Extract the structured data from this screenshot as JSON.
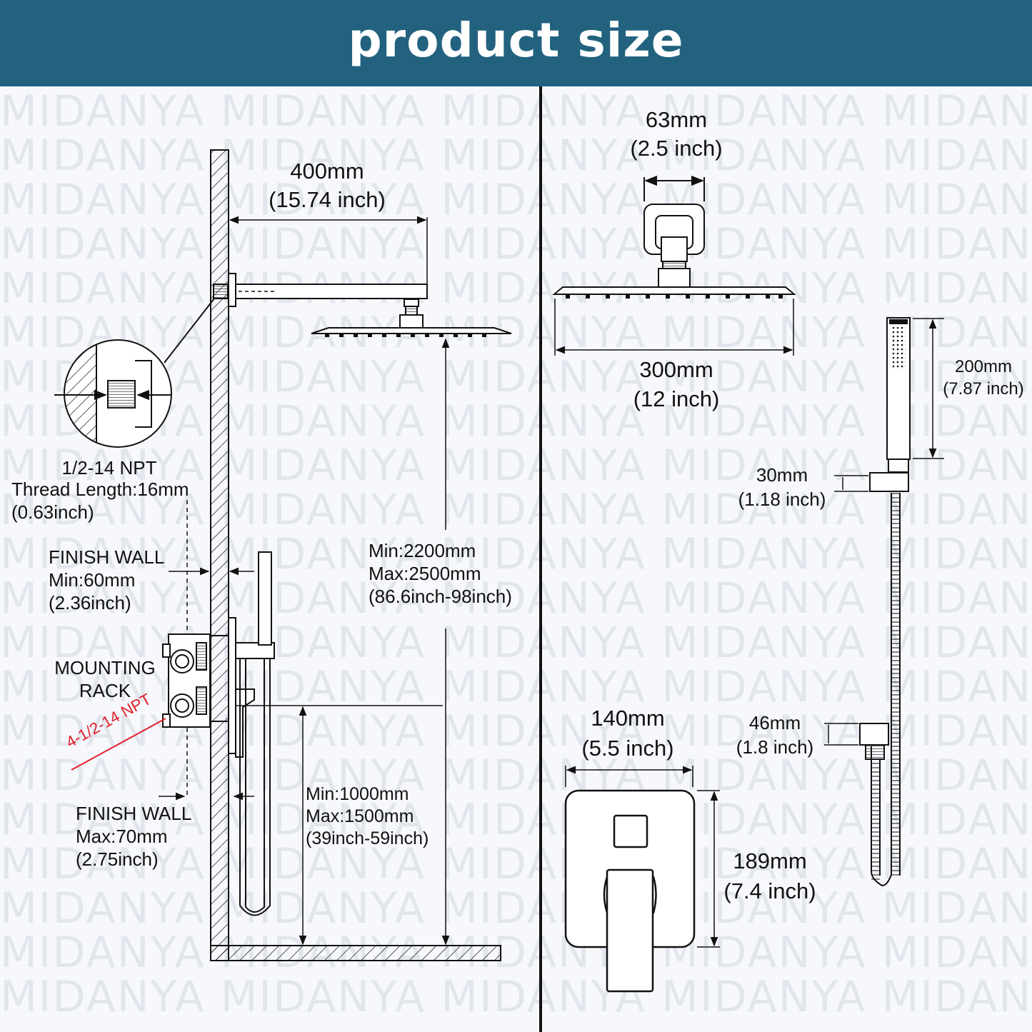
{
  "header": {
    "title": "product size"
  },
  "watermark": {
    "text": "MIDANYA MIDANYA MIDANYA MIDANYA MIDANYA"
  },
  "colors": {
    "header_bg": "#22627f",
    "accent_red": "#e0202a",
    "line": "#111111"
  },
  "left_diagram": {
    "arm_length": {
      "mm": "400mm",
      "inch": "(15.74 inch)"
    },
    "thread": {
      "line1": "1/2-14 NPT",
      "line2": "Thread Length:16mm",
      "line3": "(0.63inch)"
    },
    "finish_wall_min": {
      "line1": "FINISH WALL",
      "line2": "Min:60mm",
      "line3": "(2.36inch)"
    },
    "mounting_rack": {
      "line1": "MOUNTING",
      "line2": "RACK"
    },
    "inlet_label": "4-1/2-14 NPT",
    "finish_wall_max": {
      "line1": "FINISH WALL",
      "line2": "Max:70mm",
      "line3": "(2.75inch)"
    },
    "head_height": {
      "line1": "Min:2200mm",
      "line2": "Max:2500mm",
      "line3": "(86.6inch-98inch)"
    },
    "valve_height": {
      "line1": "Min:1000mm",
      "line2": "Max:1500mm",
      "line3": "(39inch-59inch)"
    }
  },
  "right_diagram": {
    "flange_width": {
      "mm": "63mm",
      "inch": "(2.5 inch)"
    },
    "head_width": {
      "mm": "300mm",
      "inch": "(12 inch)"
    },
    "handheld_length": {
      "mm": "200mm",
      "inch": "(7.87 inch)"
    },
    "holder_height": {
      "mm": "30mm",
      "inch": "(1.18 inch)"
    },
    "outlet_height": {
      "mm": "46mm",
      "inch": "(1.8 inch)"
    },
    "trim_width": {
      "mm": "140mm",
      "inch": "(5.5 inch)"
    },
    "trim_height": {
      "mm": "189mm",
      "inch": "(7.4 inch)"
    }
  }
}
